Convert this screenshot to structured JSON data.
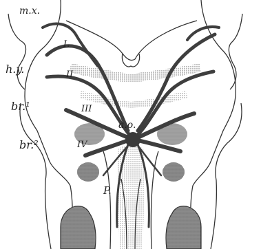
{
  "figure": {
    "region_labels": {
      "mandibular": "m.x.",
      "hyoid": "h.y.",
      "branchial_1": "br.¹",
      "branchial_2": "br.²",
      "pericardium": "P."
    },
    "arch_labels": [
      "I.",
      "II",
      "III",
      "IV"
    ],
    "center_label": "a.o."
  }
}
